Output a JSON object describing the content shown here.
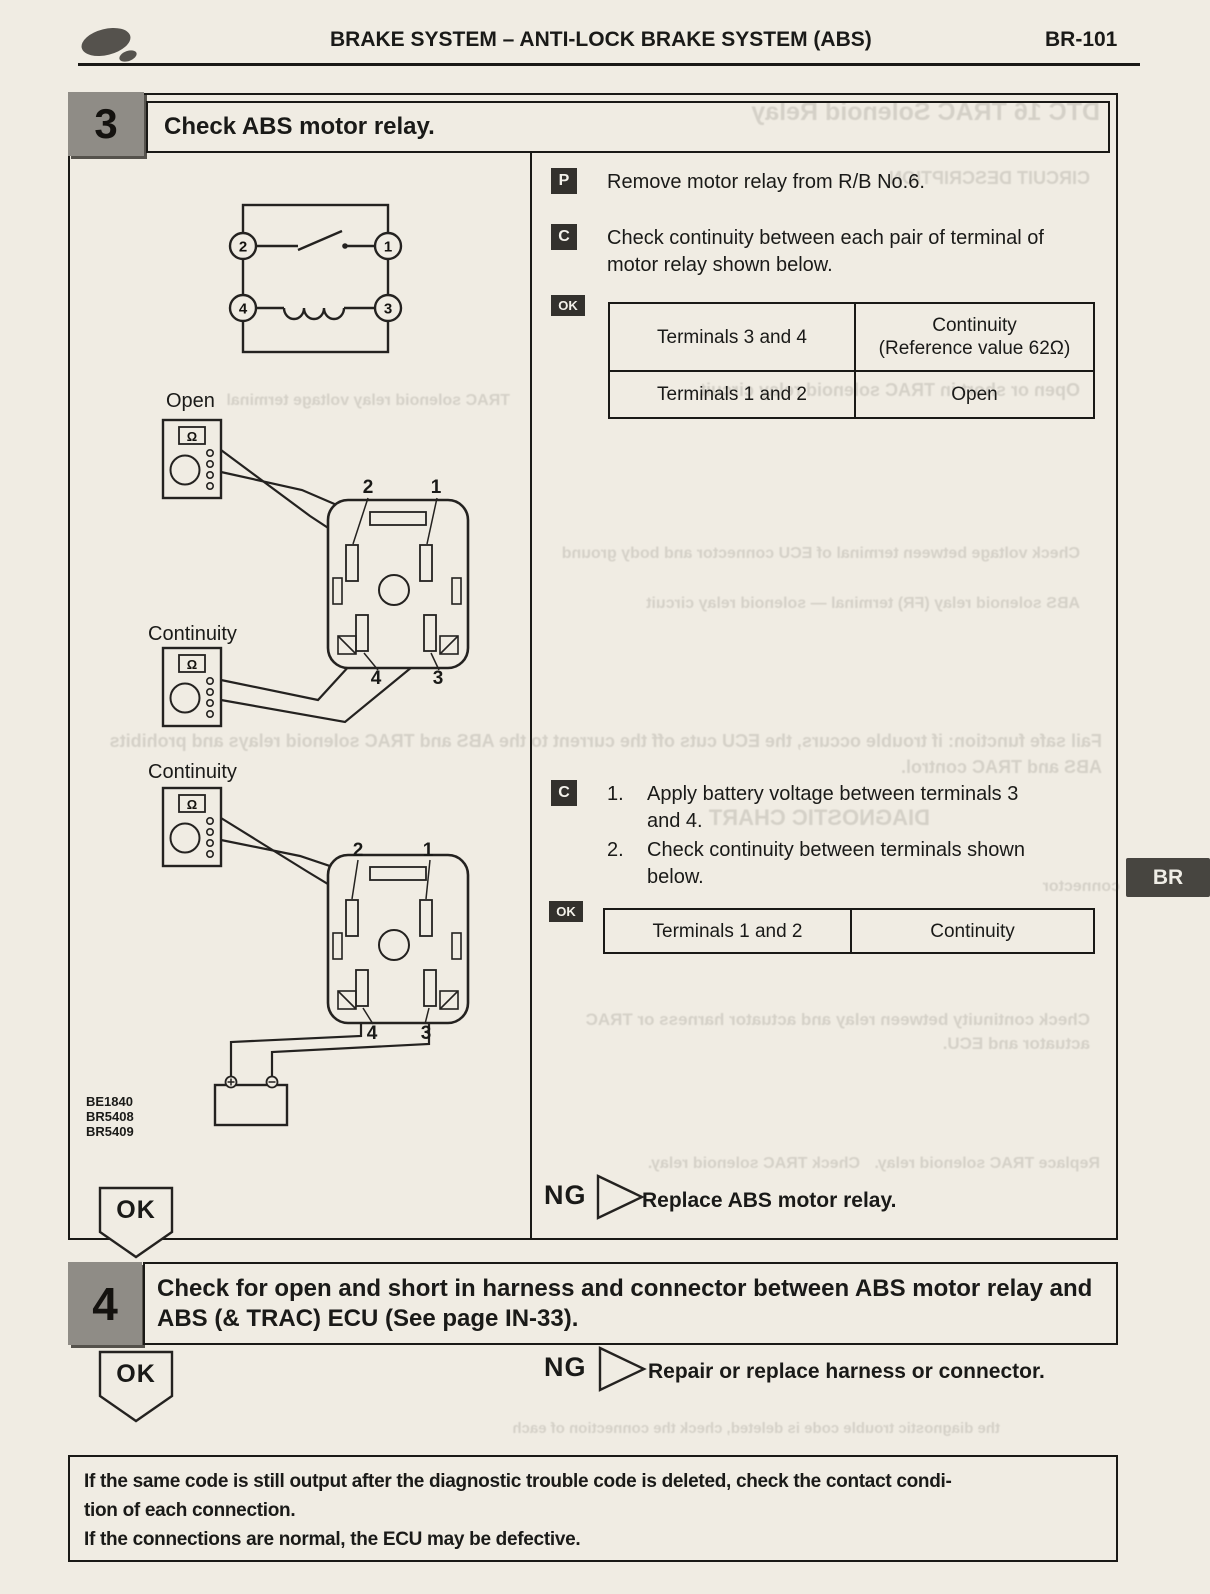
{
  "header": {
    "title": "BRAKE SYSTEM – ANTI-LOCK BRAKE SYSTEM (ABS)",
    "page_number": "BR-101"
  },
  "side_tab": "BR",
  "sym": {
    "ohm": "Ω"
  },
  "step3": {
    "number": "3",
    "title": "Check ABS motor relay.",
    "schematic_terminals": [
      "2",
      "1",
      "4",
      "3"
    ],
    "labels": {
      "open": "Open",
      "continuity1": "Continuity",
      "continuity2": "Continuity"
    },
    "connector1_labels": [
      "2",
      "1",
      "4",
      "3"
    ],
    "connector2_labels": [
      "2",
      "1",
      "4",
      "3"
    ],
    "figure_codes": [
      "BE1840",
      "BR5408",
      "BR5409"
    ],
    "instr_p": {
      "badge": "P",
      "text": "Remove motor relay from R/B No.6."
    },
    "instr_c1": {
      "badge": "C",
      "text": "Check continuity between each pair of terminal of motor relay shown below."
    },
    "ok_badge": "OK",
    "table1": {
      "r1c1": "Terminals 3 and 4",
      "r1c2_line1": "Continuity",
      "r1c2_line2": "(Reference value 62Ω)",
      "r2c1": "Terminals 1 and 2",
      "r2c2": "Open"
    },
    "instr_c2": {
      "badge": "C",
      "items": [
        {
          "num": "1.",
          "text": "Apply battery voltage between terminals 3 and 4."
        },
        {
          "num": "2.",
          "text": "Check continuity between terminals shown below."
        }
      ]
    },
    "table2": {
      "c1": "Terminals 1 and 2",
      "c2": "Continuity"
    },
    "ng": {
      "label": "NG",
      "text": "Replace ABS motor relay."
    },
    "ok_label": "OK"
  },
  "step4": {
    "number": "4",
    "title": "Check for open and short in harness and connector between ABS motor relay and ABS (& TRAC) ECU (See page IN-33).",
    "ok_label": "OK",
    "ng": {
      "label": "NG",
      "text": "Repair or replace harness or connector."
    }
  },
  "note": {
    "lines": [
      "If the same code is still output after the diagnostic trouble code is deleted, check the contact condi-",
      "tion of each connection.",
      "If the connections are normal, the ECU may be defective."
    ]
  },
  "ghost": [
    "DTC    16    TRAC Solenoid Relay",
    "CIRCUIT DESCRIPTION",
    "Open or short in TRAC solenoid relay circuit",
    "TRAC solenoid relay voltage terminal",
    "Check voltage between terminal of ECU connector and body ground",
    "ABS solenoid relay (FR) terminal — solenoid relay circuit",
    "Fail safe function: if trouble occurs, the ECU cuts off the current to the ABS and TRAC solenoid relays and prohibits ABS and TRAC control.",
    "DIAGNOSTIC CHART",
    "connector",
    "Check continuity between relay and actuator harness or TRAC actuator and ECU.",
    "Check TRAC solenoid relay.",
    "Replace TRAC solenoid relay.",
    "the diagnostic trouble code is deleted, check the connection of each"
  ]
}
